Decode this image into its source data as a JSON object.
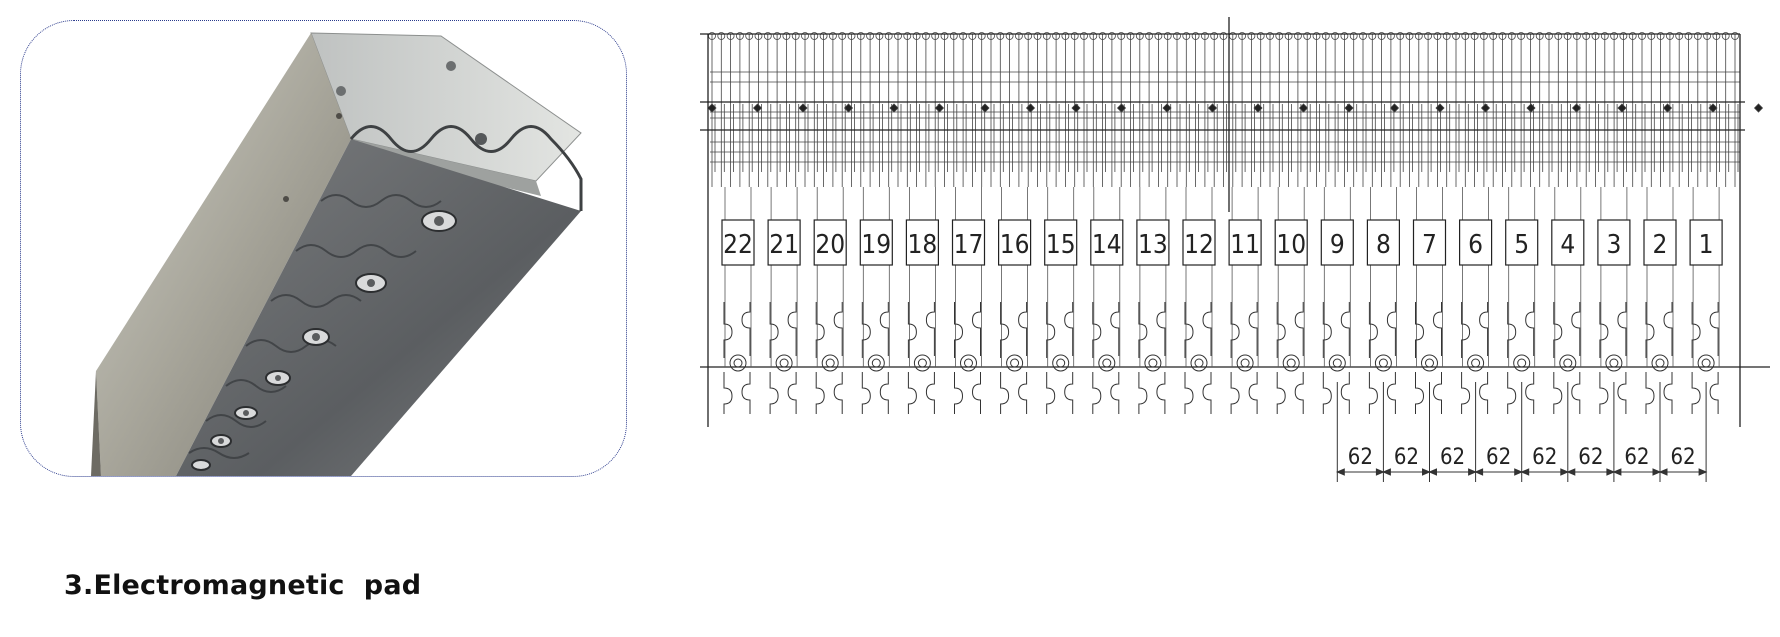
{
  "photo": {
    "subject": "electromagnetic-pad-photo"
  },
  "drawing": {
    "pad_numbers": [
      "22",
      "21",
      "20",
      "19",
      "18",
      "17",
      "16",
      "15",
      "14",
      "13",
      "12",
      "11",
      "10",
      "9",
      "8",
      "7",
      "6",
      "5",
      "4",
      "3",
      "2",
      "1"
    ],
    "dimension_labels": [
      "62",
      "62",
      "62",
      "62",
      "62",
      "62",
      "62",
      "62"
    ]
  },
  "section_heading": "3.Electromagnetic  pad"
}
